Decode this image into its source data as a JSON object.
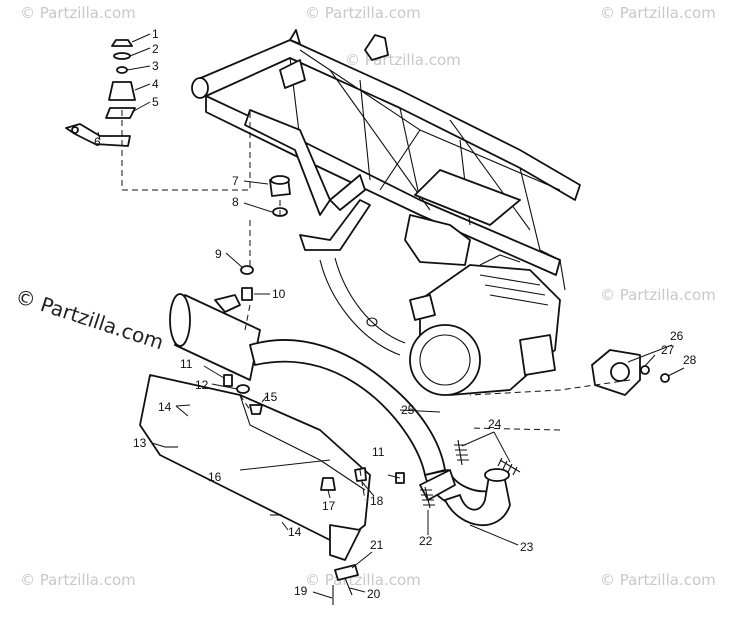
{
  "watermark": {
    "text": "© Partzilla.com",
    "main_text": "© Partzilla.com"
  },
  "callouts": {
    "c1": "1",
    "c2": "2",
    "c3": "3",
    "c4": "4",
    "c5": "5",
    "c6": "6",
    "c7": "7",
    "c8": "8",
    "c9": "9",
    "c10": "10",
    "c11a": "11",
    "c11b": "11",
    "c12": "12",
    "c13": "13",
    "c14a": "14",
    "c14b": "14",
    "c15": "15",
    "c16": "16",
    "c17": "17",
    "c18": "18",
    "c19": "19",
    "c20": "20",
    "c21": "21",
    "c22": "22",
    "c23": "23",
    "c24": "24",
    "c25": "25",
    "c26": "26",
    "c27": "27",
    "c28": "28"
  }
}
